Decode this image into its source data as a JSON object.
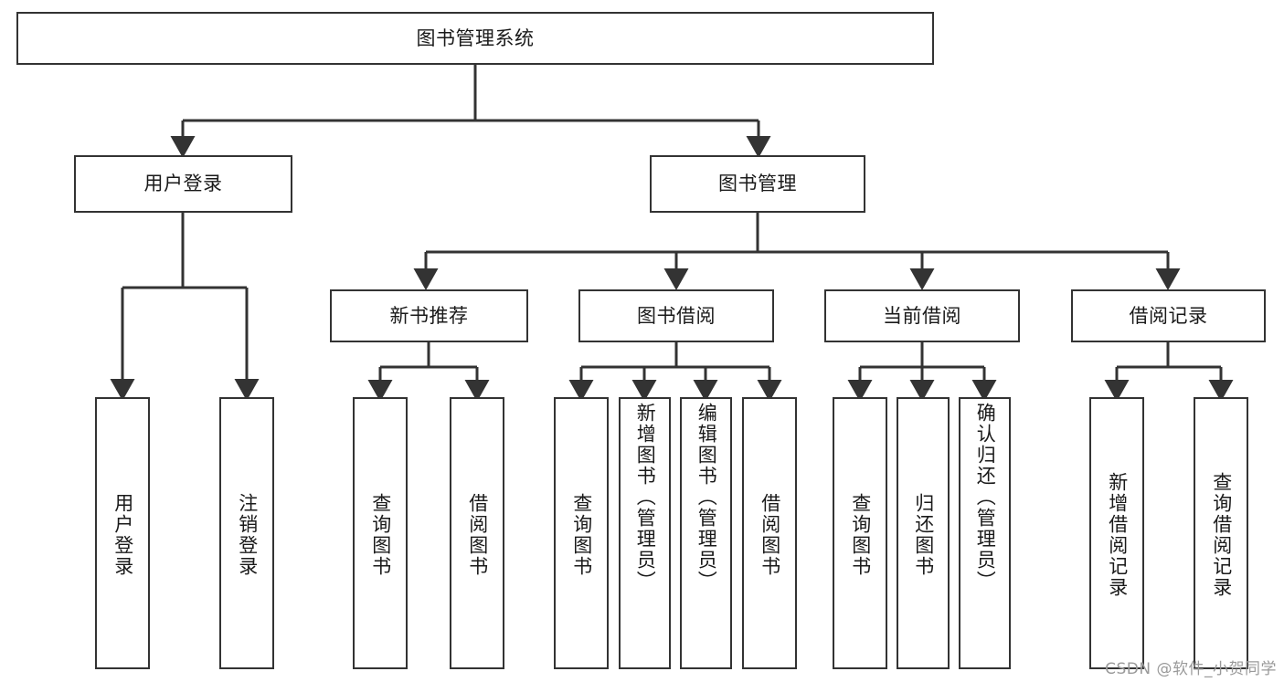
{
  "diagram": {
    "title": "图书管理系统",
    "type": "tree",
    "background_color": "#ffffff",
    "line_color": "#333333",
    "text_color": "#1a1a1a",
    "root": {
      "label": "图书管理系统"
    },
    "level2": [
      {
        "label": "用户登录"
      },
      {
        "label": "图书管理"
      }
    ],
    "level3": [
      {
        "label": "新书推荐"
      },
      {
        "label": "图书借阅"
      },
      {
        "label": "当前借阅"
      },
      {
        "label": "借阅记录"
      }
    ],
    "leaves": [
      {
        "label": "用户登录",
        "parent": "用户登录"
      },
      {
        "label": "注销登录",
        "parent": "用户登录"
      },
      {
        "label": "查询图书",
        "parent": "新书推荐"
      },
      {
        "label": "借阅图书",
        "parent": "新书推荐"
      },
      {
        "label": "查询图书",
        "parent": "图书借阅"
      },
      {
        "label": "新增图书（管理员）",
        "parent": "图书借阅"
      },
      {
        "label": "编辑图书（管理员）",
        "parent": "图书借阅"
      },
      {
        "label": "借阅图书",
        "parent": "图书借阅"
      },
      {
        "label": "查询图书",
        "parent": "当前借阅"
      },
      {
        "label": "归还图书",
        "parent": "当前借阅"
      },
      {
        "label": "确认归还（管理员）",
        "parent": "当前借阅"
      },
      {
        "label": "新增借阅记录",
        "parent": "借阅记录"
      },
      {
        "label": "查询借阅记录",
        "parent": "借阅记录"
      }
    ]
  },
  "watermark": {
    "text": "CSDN @软件_小贺同学"
  }
}
